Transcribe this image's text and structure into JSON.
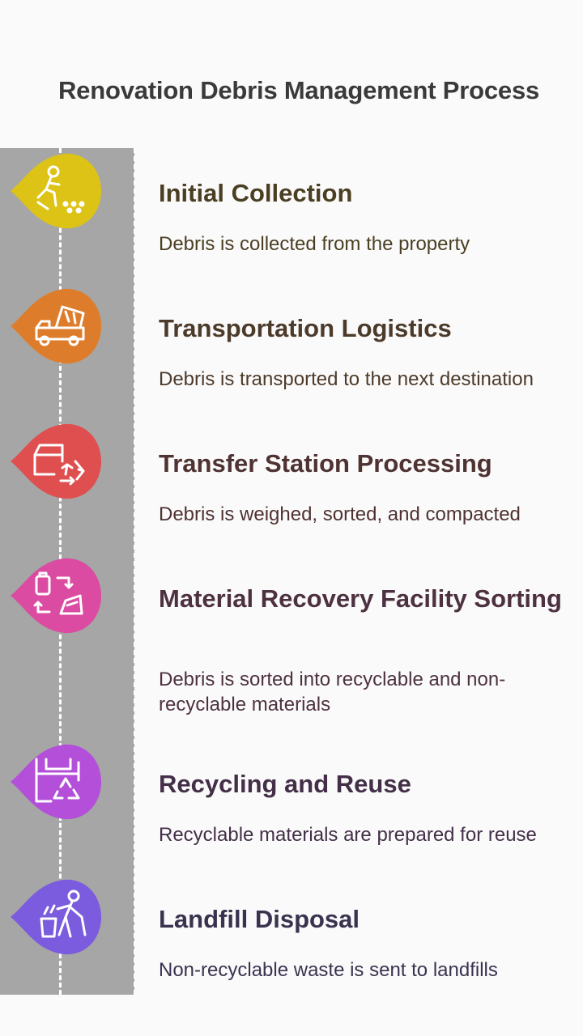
{
  "title": "Renovation Debris Management Process",
  "steps": [
    {
      "title": "Initial Collection",
      "description": "Debris is collected from the property",
      "color": "#ddc315",
      "text_color": "#4a3f22",
      "icon": "worker-collecting-debris-icon"
    },
    {
      "title": "Transportation Logistics",
      "description": "Debris is transported to the next destination",
      "color": "#dd7d2b",
      "text_color": "#4c3a2a",
      "icon": "dump-truck-icon"
    },
    {
      "title": "Transfer Station Processing",
      "description": "Debris is weighed, sorted, and compacted",
      "color": "#e04f50",
      "text_color": "#4f3232",
      "icon": "box-recycle-icon"
    },
    {
      "title": "Material Recovery Facility Sorting",
      "description": "Debris is sorted into recyclable and non-recyclable materials",
      "color": "#db4ba1",
      "text_color": "#4d3140",
      "icon": "sorting-arrows-icon"
    },
    {
      "title": "Recycling and Reuse",
      "description": "Recyclable materials are prepared for reuse",
      "color": "#b34fd8",
      "text_color": "#432f48",
      "icon": "recycle-bin-icon"
    },
    {
      "title": "Landfill Disposal",
      "description": "Non-recyclable waste is sent to landfills",
      "color": "#7b5bde",
      "text_color": "#3a3350",
      "icon": "person-disposing-waste-icon"
    }
  ]
}
